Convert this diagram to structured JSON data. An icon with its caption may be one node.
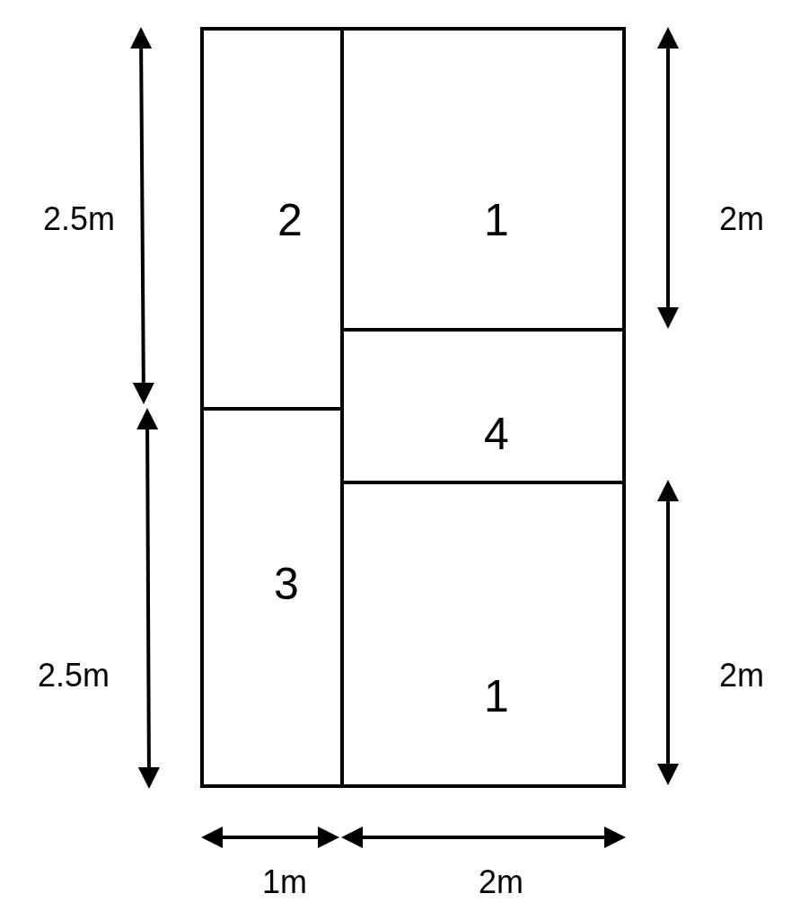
{
  "diagram": {
    "nodes": [
      {
        "text": [
          "2"
        ]
      },
      {
        "text": [
          "1"
        ]
      },
      {
        "text": [
          "4"
        ]
      },
      {
        "text": [
          "3"
        ]
      },
      {
        "text": [
          "1"
        ]
      }
    ],
    "labels": [
      "2.5m",
      "2m",
      "2.5m",
      "2m",
      "1m",
      "2m"
    ]
  }
}
